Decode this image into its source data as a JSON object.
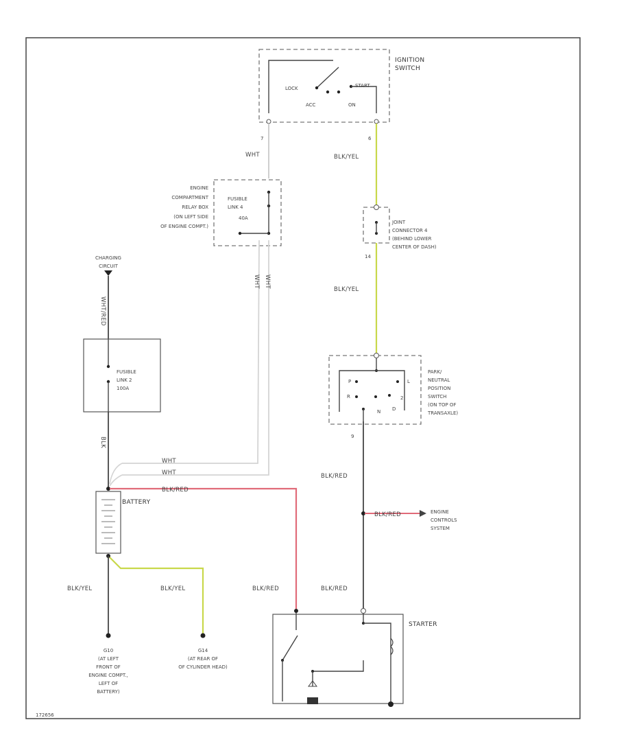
{
  "labels": {
    "ignition_switch": [
      "IGNITION",
      "SWITCH"
    ],
    "lock": "LOCK",
    "start": "START",
    "acc": "ACC",
    "on": "ON",
    "pin_ignition_left": "7",
    "pin_ignition_right": "6",
    "engine_relay_box": [
      "ENGINE",
      "COMPARTMENT",
      "RELAY BOX",
      "(ON LEFT SIDE",
      "OF ENGINE COMPT.)"
    ],
    "fusible_link_4": [
      "FUSIBLE",
      "LINK 4",
      "40A"
    ],
    "joint_connector": [
      "JOINT",
      "CONNECTOR 4",
      "(BEHIND LOWER",
      "CENTER OF DASH)"
    ],
    "pin_joint": "14",
    "charging_circuit": [
      "CHARGING",
      "CIRCUIT"
    ],
    "fusible_link_2": [
      "FUSIBLE",
      "LINK 2",
      "100A"
    ],
    "pnp_switch": [
      "PARK/",
      "NEUTRAL",
      "POSITION",
      "SWITCH",
      "(ON TOP OF",
      "TRANSAXLE)"
    ],
    "pnp_positions": [
      "P",
      "L",
      "R",
      "N",
      "D",
      "2"
    ],
    "pin_pnp": "9",
    "battery": "BATTERY",
    "engine_controls": [
      "ENGINE",
      "CONTROLS",
      "SYSTEM"
    ],
    "starter": "STARTER",
    "ground_left": [
      "G10",
      "(AT LEFT",
      "FRONT OF",
      "ENGINE COMPT.,",
      "LEFT OF",
      "BATTERY)"
    ],
    "ground_right": [
      "G14",
      "(AT REAR OF",
      "OF CYLINDER HEAD)"
    ],
    "footer_code": "172656"
  },
  "wires": {
    "ign_feed": "WHT",
    "ign_to_joint": "BLK/YEL",
    "joint_to_pnp": "BLK/YEL",
    "relay_feed_a": "WHT",
    "relay_feed_b": "WHT",
    "charging_feed": "WHT/RED",
    "fusible_to_batt": "BLK",
    "batt_wht_a": "WHT",
    "batt_wht_b": "WHT",
    "batt_to_starter": "BLK/RED",
    "pnp_to_starter": "BLK/RED",
    "engine_controls_tap": "BLK/RED",
    "ground_g10": "BLK/YEL",
    "ground_g14": "BLK/YEL",
    "starter_left": "BLK/RED",
    "starter_right": "BLK/RED"
  },
  "colors": {
    "yellow_wire": "#c8d84a",
    "red_wire": "#e06a78",
    "white_wire": "#cfcfcf",
    "black_wire": "#444444"
  }
}
